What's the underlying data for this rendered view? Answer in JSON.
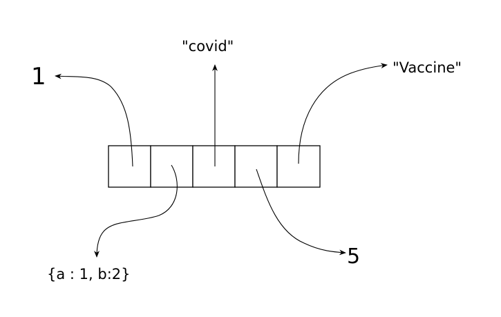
{
  "array": {
    "cell_count": 5
  },
  "labels": {
    "number_one": "1",
    "string_covid": "\"covid\"",
    "string_vaccine": "\"Vaccine\"",
    "object_literal": "{a : 1, b:2}",
    "number_five": "5"
  },
  "colors": {
    "stroke": "#000000",
    "background": "#ffffff"
  }
}
